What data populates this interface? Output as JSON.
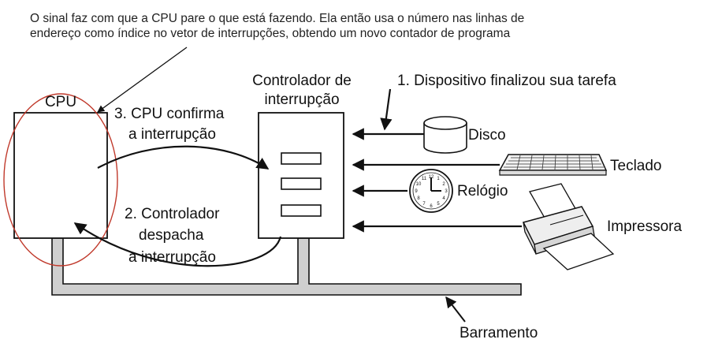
{
  "note": {
    "line1": "O sinal faz com que a CPU pare o que está fazendo. Ela então usa o número nas linhas de",
    "line2": "endereço como índice no vetor de interrupções, obtendo um novo contador de programa"
  },
  "cpu": {
    "label": "CPU"
  },
  "controller": {
    "label_line1": "Controlador de",
    "label_line2": "interrupção"
  },
  "steps": {
    "step1": "1. Dispositivo finalizou sua tarefa",
    "step2_line1": "2. Controlador",
    "step2_line2": "despacha",
    "step2_line3": "a interrupção",
    "step3_line1": "3. CPU confirma",
    "step3_line2": "a interrupção"
  },
  "devices": {
    "disk": "Disco",
    "keyboard": "Teclado",
    "clock": "Relógio",
    "printer": "Impressora"
  },
  "bus": {
    "label": "Barramento"
  },
  "colors": {
    "highlight": "#c0392b",
    "bus_fill": "#cfcfcf",
    "line": "#111111"
  }
}
